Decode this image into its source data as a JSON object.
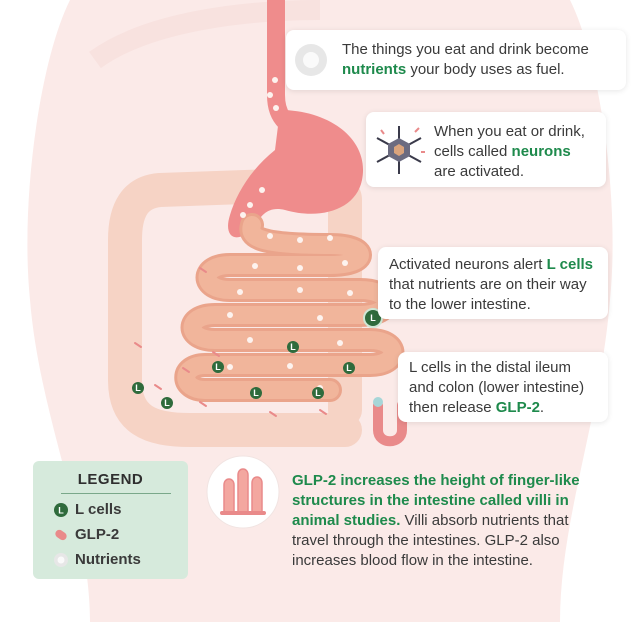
{
  "callouts": {
    "eat": {
      "pre": "The things you eat and drink become",
      "hl": "nutrients",
      "post": " your body uses as fuel."
    },
    "neurons": {
      "line1": "When you eat or drink,",
      "pre": "cells called ",
      "hl": "neurons",
      "line3": "are activated."
    },
    "lcells": {
      "pre": "Activated neurons alert ",
      "hl": "L cells",
      "line2": "that nutrients are on their way",
      "line3": "to the lower intestine."
    },
    "glp2": {
      "line1": "L cells in the distal ileum",
      "line2": "and colon (lower intestine)",
      "pre": "then release ",
      "hl": "GLP-2",
      "post": "."
    }
  },
  "legend": {
    "title": "LEGEND",
    "items": [
      {
        "label": "L cells",
        "icon": "l-cell-icon"
      },
      {
        "label": "GLP-2",
        "icon": "glp2-icon"
      },
      {
        "label": "Nutrients",
        "icon": "nutrient-icon"
      }
    ]
  },
  "final": {
    "bold1": "GLP-2 increases the height of finger-like",
    "bold2": "structures in the intestine called villi in",
    "bold3": "animal studies.",
    "rest3": " Villi absorb nutrients that",
    "line4": "travel through the intestines. GLP-2 also",
    "line5": "increases blood flow in the intestine."
  },
  "cell_letter": "L",
  "colors": {
    "accent_green": "#1e8a4c",
    "l_cell": "#2f6b3c",
    "stomach": "#ef8c8c",
    "intestine": "#f1b59b",
    "body": "#fbe9e7",
    "legend_bg": "#d6eadc"
  }
}
